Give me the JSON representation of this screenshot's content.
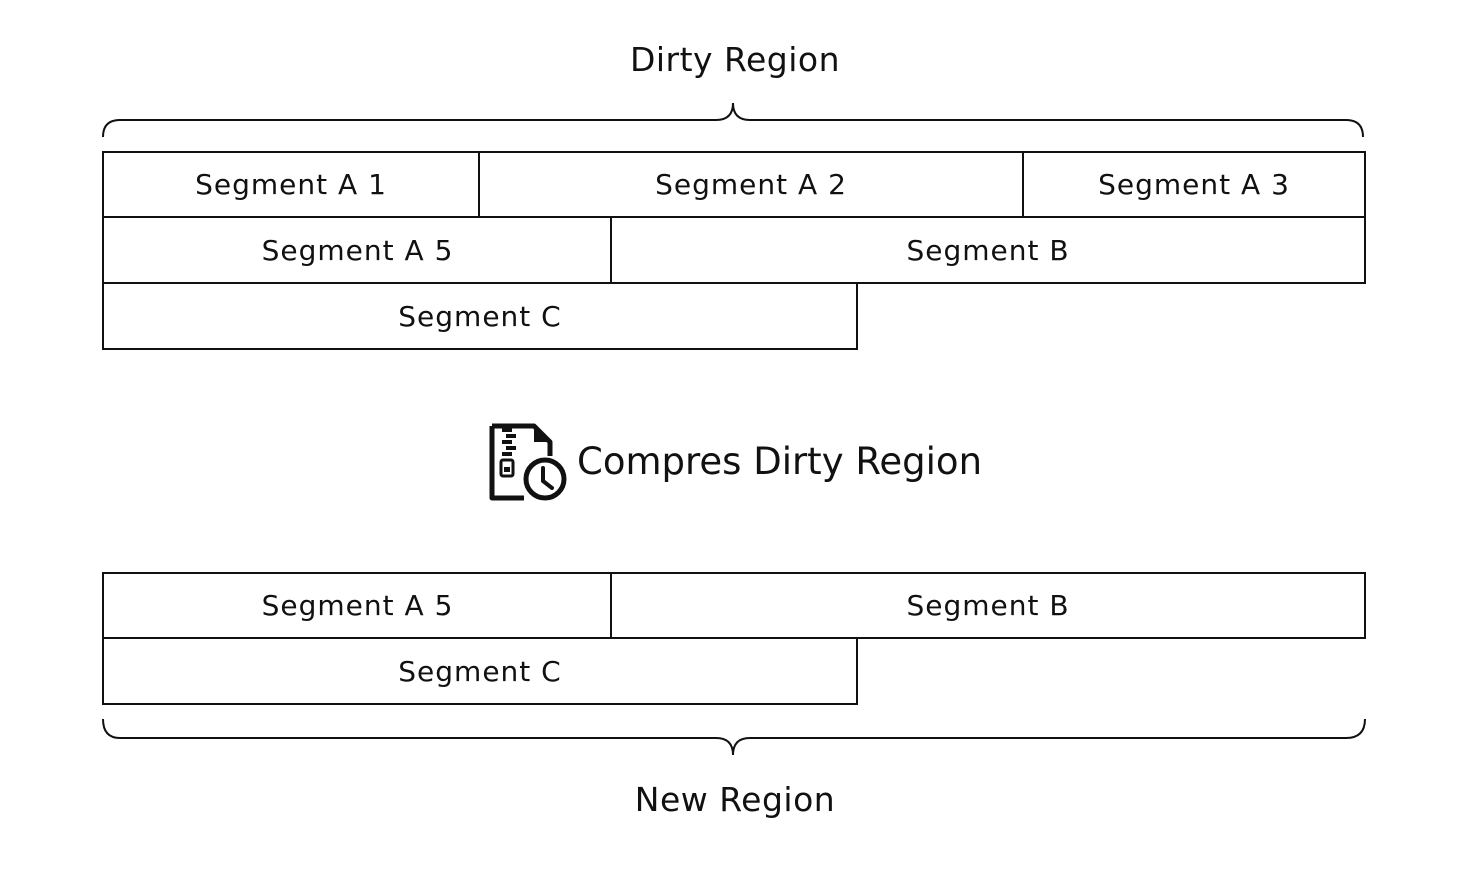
{
  "dirty_region": {
    "title": "Dirty Region",
    "segments": [
      {
        "label": "Segment A 1"
      },
      {
        "label": "Segment A 2"
      },
      {
        "label": "Segment A 3"
      },
      {
        "label": "Segment A 5"
      },
      {
        "label": "Segment B"
      },
      {
        "label": "Segment C"
      }
    ]
  },
  "compress_step": {
    "label": "Compres Dirty Region",
    "icon": "compressed-file-clock-icon"
  },
  "new_region": {
    "title": "New Region",
    "segments": [
      {
        "label": "Segment A 5"
      },
      {
        "label": "Segment B"
      },
      {
        "label": "Segment C"
      }
    ]
  }
}
